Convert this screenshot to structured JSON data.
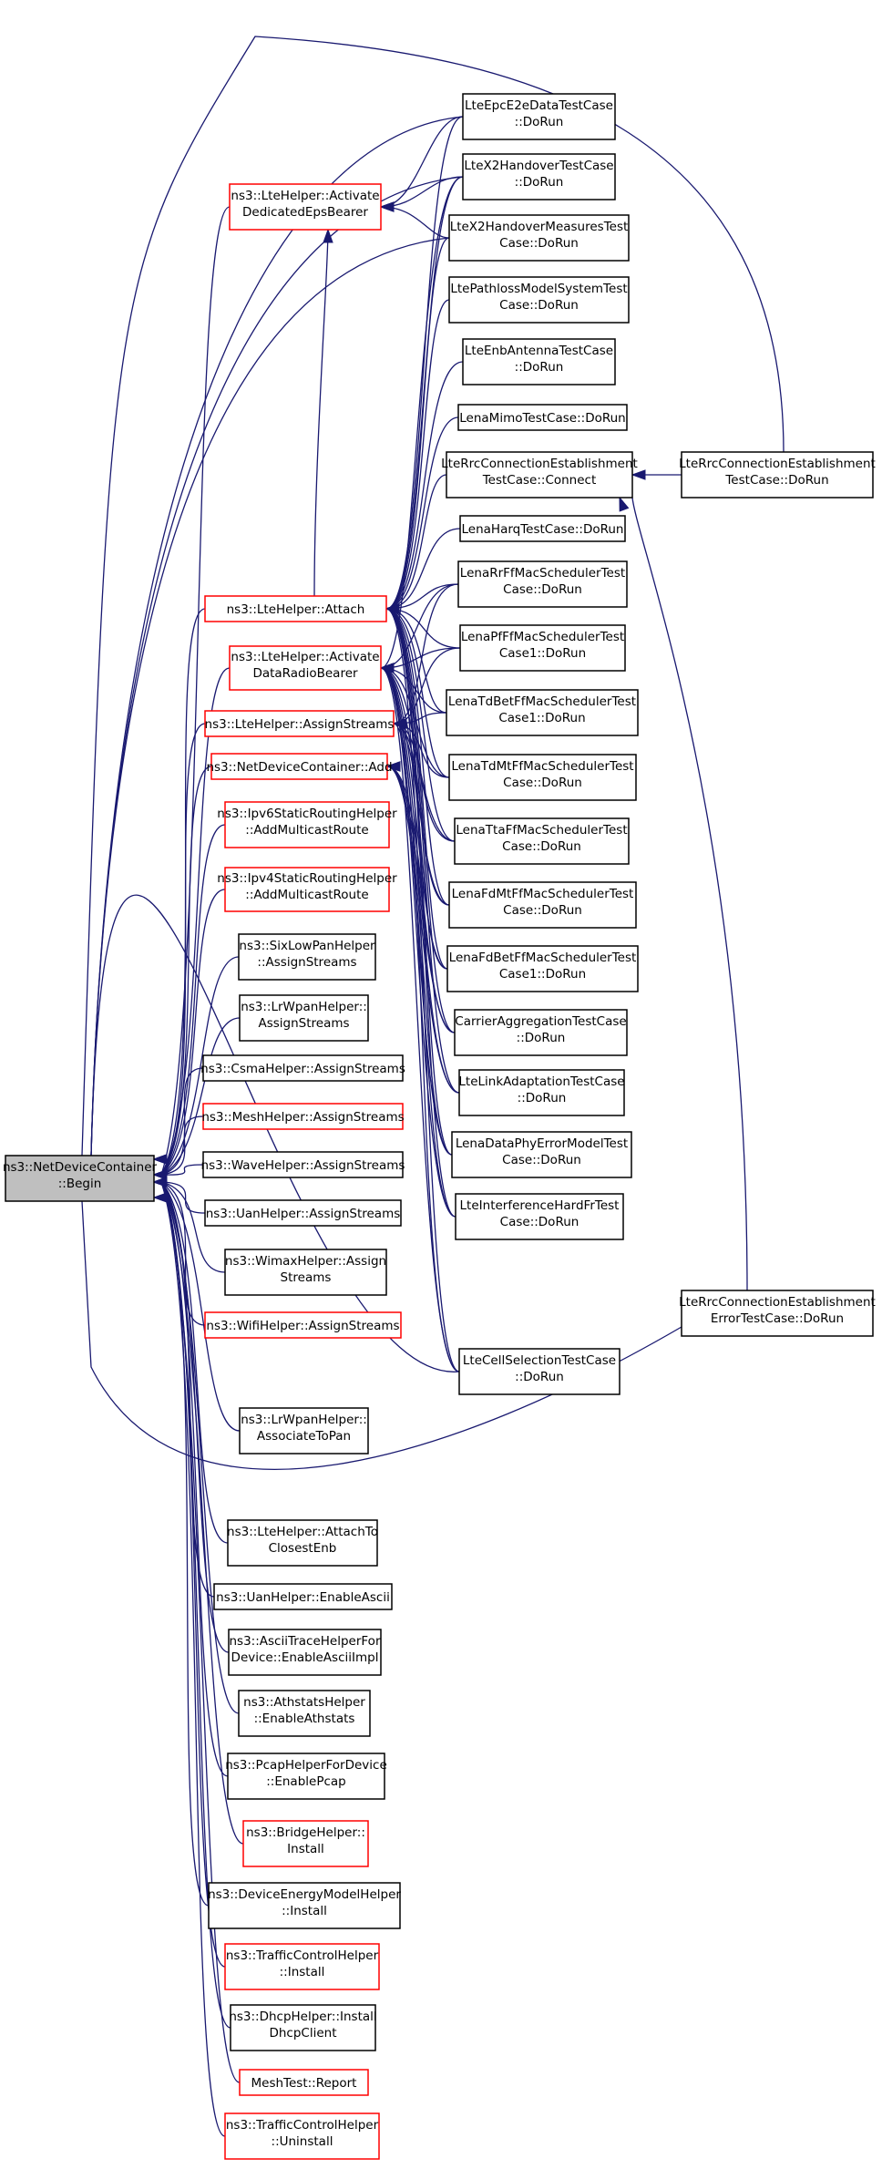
{
  "colors": {
    "edge": "#191970",
    "normal_border": "#000000",
    "truncated_border": "#ff0000",
    "root_fill": "#bfbfbf",
    "node_fill": "#ffffff"
  },
  "root": {
    "id": "root",
    "lines": [
      "ns3::NetDeviceContainer",
      "::Begin"
    ]
  },
  "nodes": [
    {
      "id": "lte_act_ded",
      "lines": [
        "ns3::LteHelper::Activate",
        "DedicatedEpsBearer"
      ],
      "truncated": true
    },
    {
      "id": "lte_attach",
      "lines": [
        "ns3::LteHelper::Attach"
      ],
      "truncated": true
    },
    {
      "id": "lte_act_drb",
      "lines": [
        "ns3::LteHelper::Activate",
        "DataRadioBearer"
      ],
      "truncated": true
    },
    {
      "id": "lte_assign",
      "lines": [
        "ns3::LteHelper::AssignStreams"
      ],
      "truncated": true
    },
    {
      "id": "ndc_add",
      "lines": [
        "ns3::NetDeviceContainer::Add"
      ],
      "truncated": true
    },
    {
      "id": "ipv6_smr",
      "lines": [
        "ns3::Ipv6StaticRoutingHelper",
        "::AddMulticastRoute"
      ],
      "truncated": true
    },
    {
      "id": "ipv4_smr",
      "lines": [
        "ns3::Ipv4StaticRoutingHelper",
        "::AddMulticastRoute"
      ],
      "truncated": true
    },
    {
      "id": "sixlow",
      "lines": [
        "ns3::SixLowPanHelper",
        "::AssignStreams"
      ],
      "truncated": false
    },
    {
      "id": "lrwpan_as",
      "lines": [
        "ns3::LrWpanHelper::",
        "AssignStreams"
      ],
      "truncated": false
    },
    {
      "id": "csma_as",
      "lines": [
        "ns3::CsmaHelper::AssignStreams"
      ],
      "truncated": false
    },
    {
      "id": "mesh_as",
      "lines": [
        "ns3::MeshHelper::AssignStreams"
      ],
      "truncated": true
    },
    {
      "id": "wave_as",
      "lines": [
        "ns3::WaveHelper::AssignStreams"
      ],
      "truncated": false
    },
    {
      "id": "uan_as",
      "lines": [
        "ns3::UanHelper::AssignStreams"
      ],
      "truncated": false
    },
    {
      "id": "wimax_as",
      "lines": [
        "ns3::WimaxHelper::Assign",
        "Streams"
      ],
      "truncated": false
    },
    {
      "id": "wifi_as",
      "lines": [
        "ns3::WifiHelper::AssignStreams"
      ],
      "truncated": true
    },
    {
      "id": "lrwpan_atp",
      "lines": [
        "ns3::LrWpanHelper::",
        "AssociateToPan"
      ],
      "truncated": false
    },
    {
      "id": "lte_attach_ce",
      "lines": [
        "ns3::LteHelper::AttachTo",
        "ClosestEnb"
      ],
      "truncated": false
    },
    {
      "id": "uan_ea",
      "lines": [
        "ns3::UanHelper::EnableAscii"
      ],
      "truncated": false
    },
    {
      "id": "ascii_trace",
      "lines": [
        "ns3::AsciiTraceHelperFor",
        "Device::EnableAsciiImpl"
      ],
      "truncated": false
    },
    {
      "id": "athstats",
      "lines": [
        "ns3::AthstatsHelper",
        "::EnableAthstats"
      ],
      "truncated": false
    },
    {
      "id": "pcap_dev",
      "lines": [
        "ns3::PcapHelperForDevice",
        "::EnablePcap"
      ],
      "truncated": false
    },
    {
      "id": "bridge_inst",
      "lines": [
        "ns3::BridgeHelper::",
        "Install"
      ],
      "truncated": true
    },
    {
      "id": "dev_energy",
      "lines": [
        "ns3::DeviceEnergyModelHelper",
        "::Install"
      ],
      "truncated": false
    },
    {
      "id": "tc_install",
      "lines": [
        "ns3::TrafficControlHelper",
        "::Install"
      ],
      "truncated": true
    },
    {
      "id": "dhcp_inst",
      "lines": [
        "ns3::DhcpHelper::Install",
        "DhcpClient"
      ],
      "truncated": false
    },
    {
      "id": "mesh_report",
      "lines": [
        "MeshTest::Report"
      ],
      "truncated": true
    },
    {
      "id": "tc_uninstall",
      "lines": [
        "ns3::TrafficControlHelper",
        "::Uninstall"
      ],
      "truncated": true
    },
    {
      "id": "epc_e2e",
      "lines": [
        "LteEpcE2eDataTestCase",
        "::DoRun"
      ],
      "truncated": false
    },
    {
      "id": "x2_ho",
      "lines": [
        "LteX2HandoverTestCase",
        "::DoRun"
      ],
      "truncated": false
    },
    {
      "id": "x2_hom",
      "lines": [
        "LteX2HandoverMeasuresTest",
        "Case::DoRun"
      ],
      "truncated": false
    },
    {
      "id": "pathloss",
      "lines": [
        "LtePathlossModelSystemTest",
        "Case::DoRun"
      ],
      "truncated": false
    },
    {
      "id": "enb_ant",
      "lines": [
        "LteEnbAntennaTestCase",
        "::DoRun"
      ],
      "truncated": false
    },
    {
      "id": "mimo",
      "lines": [
        "LenaMimoTestCase::DoRun"
      ],
      "truncated": false
    },
    {
      "id": "rrc_conn",
      "lines": [
        "LteRrcConnectionEstablishment",
        "TestCase::Connect"
      ],
      "truncated": false
    },
    {
      "id": "harq",
      "lines": [
        "LenaHarqTestCase::DoRun"
      ],
      "truncated": false
    },
    {
      "id": "rr_ff",
      "lines": [
        "LenaRrFfMacSchedulerTest",
        "Case::DoRun"
      ],
      "truncated": false
    },
    {
      "id": "pf_ff",
      "lines": [
        "LenaPfFfMacSchedulerTest",
        "Case1::DoRun"
      ],
      "truncated": false
    },
    {
      "id": "tdbet",
      "lines": [
        "LenaTdBetFfMacSchedulerTest",
        "Case1::DoRun"
      ],
      "truncated": false
    },
    {
      "id": "tdmt",
      "lines": [
        "LenaTdMtFfMacSchedulerTest",
        "Case::DoRun"
      ],
      "truncated": false
    },
    {
      "id": "tta",
      "lines": [
        "LenaTtaFfMacSchedulerTest",
        "Case::DoRun"
      ],
      "truncated": false
    },
    {
      "id": "fdmt",
      "lines": [
        "LenaFdMtFfMacSchedulerTest",
        "Case::DoRun"
      ],
      "truncated": false
    },
    {
      "id": "fdbet",
      "lines": [
        "LenaFdBetFfMacSchedulerTest",
        "Case1::DoRun"
      ],
      "truncated": false
    },
    {
      "id": "carrier",
      "lines": [
        "CarrierAggregationTestCase",
        "::DoRun"
      ],
      "truncated": false
    },
    {
      "id": "link_adapt",
      "lines": [
        "LteLinkAdaptationTestCase",
        "::DoRun"
      ],
      "truncated": false
    },
    {
      "id": "data_phy",
      "lines": [
        "LenaDataPhyErrorModelTest",
        "Case::DoRun"
      ],
      "truncated": false
    },
    {
      "id": "interf_hfr",
      "lines": [
        "LteInterferenceHardFrTest",
        "Case::DoRun"
      ],
      "truncated": false
    },
    {
      "id": "cell_sel",
      "lines": [
        "LteCellSelectionTestCase",
        "::DoRun"
      ],
      "truncated": false
    },
    {
      "id": "rrc_dorun",
      "lines": [
        "LteRrcConnectionEstablishment",
        "TestCase::DoRun"
      ],
      "truncated": false
    },
    {
      "id": "rrc_err",
      "lines": [
        "LteRrcConnectionEstablishment",
        "ErrorTestCase::DoRun"
      ],
      "truncated": false
    }
  ]
}
